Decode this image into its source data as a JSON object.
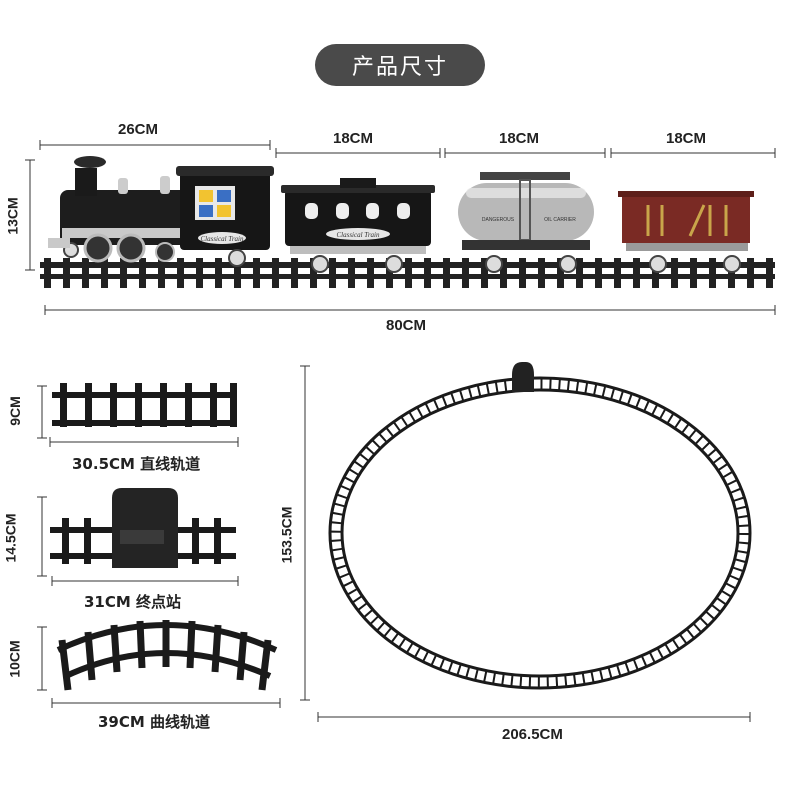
{
  "title": "产品尺寸",
  "train": {
    "locomotive_length": "26CM",
    "car1_length": "18CM",
    "car2_length": "18CM",
    "car3_length": "18CM",
    "height": "13CM",
    "total_length": "80CM",
    "loco_nameplate": "Classical Train",
    "car_nameplate": "Classical Train",
    "tanker_text_left": "DANGEROUS",
    "tanker_text_right": "OIL CARRIER"
  },
  "parts": {
    "straight": {
      "height": "9CM",
      "caption": "30.5CM 直线轨道"
    },
    "station": {
      "height": "14.5CM",
      "caption": "31CM 终点站"
    },
    "curved": {
      "height": "10CM",
      "caption": "39CM 曲线轨道"
    }
  },
  "layout_track": {
    "height": "153.5CM",
    "width": "206.5CM"
  },
  "colors": {
    "pill_bg": "#4a4a4a",
    "track": "#1a1a1a",
    "freight_car": "#7a2a24",
    "tanker": "#b8b8b8"
  }
}
